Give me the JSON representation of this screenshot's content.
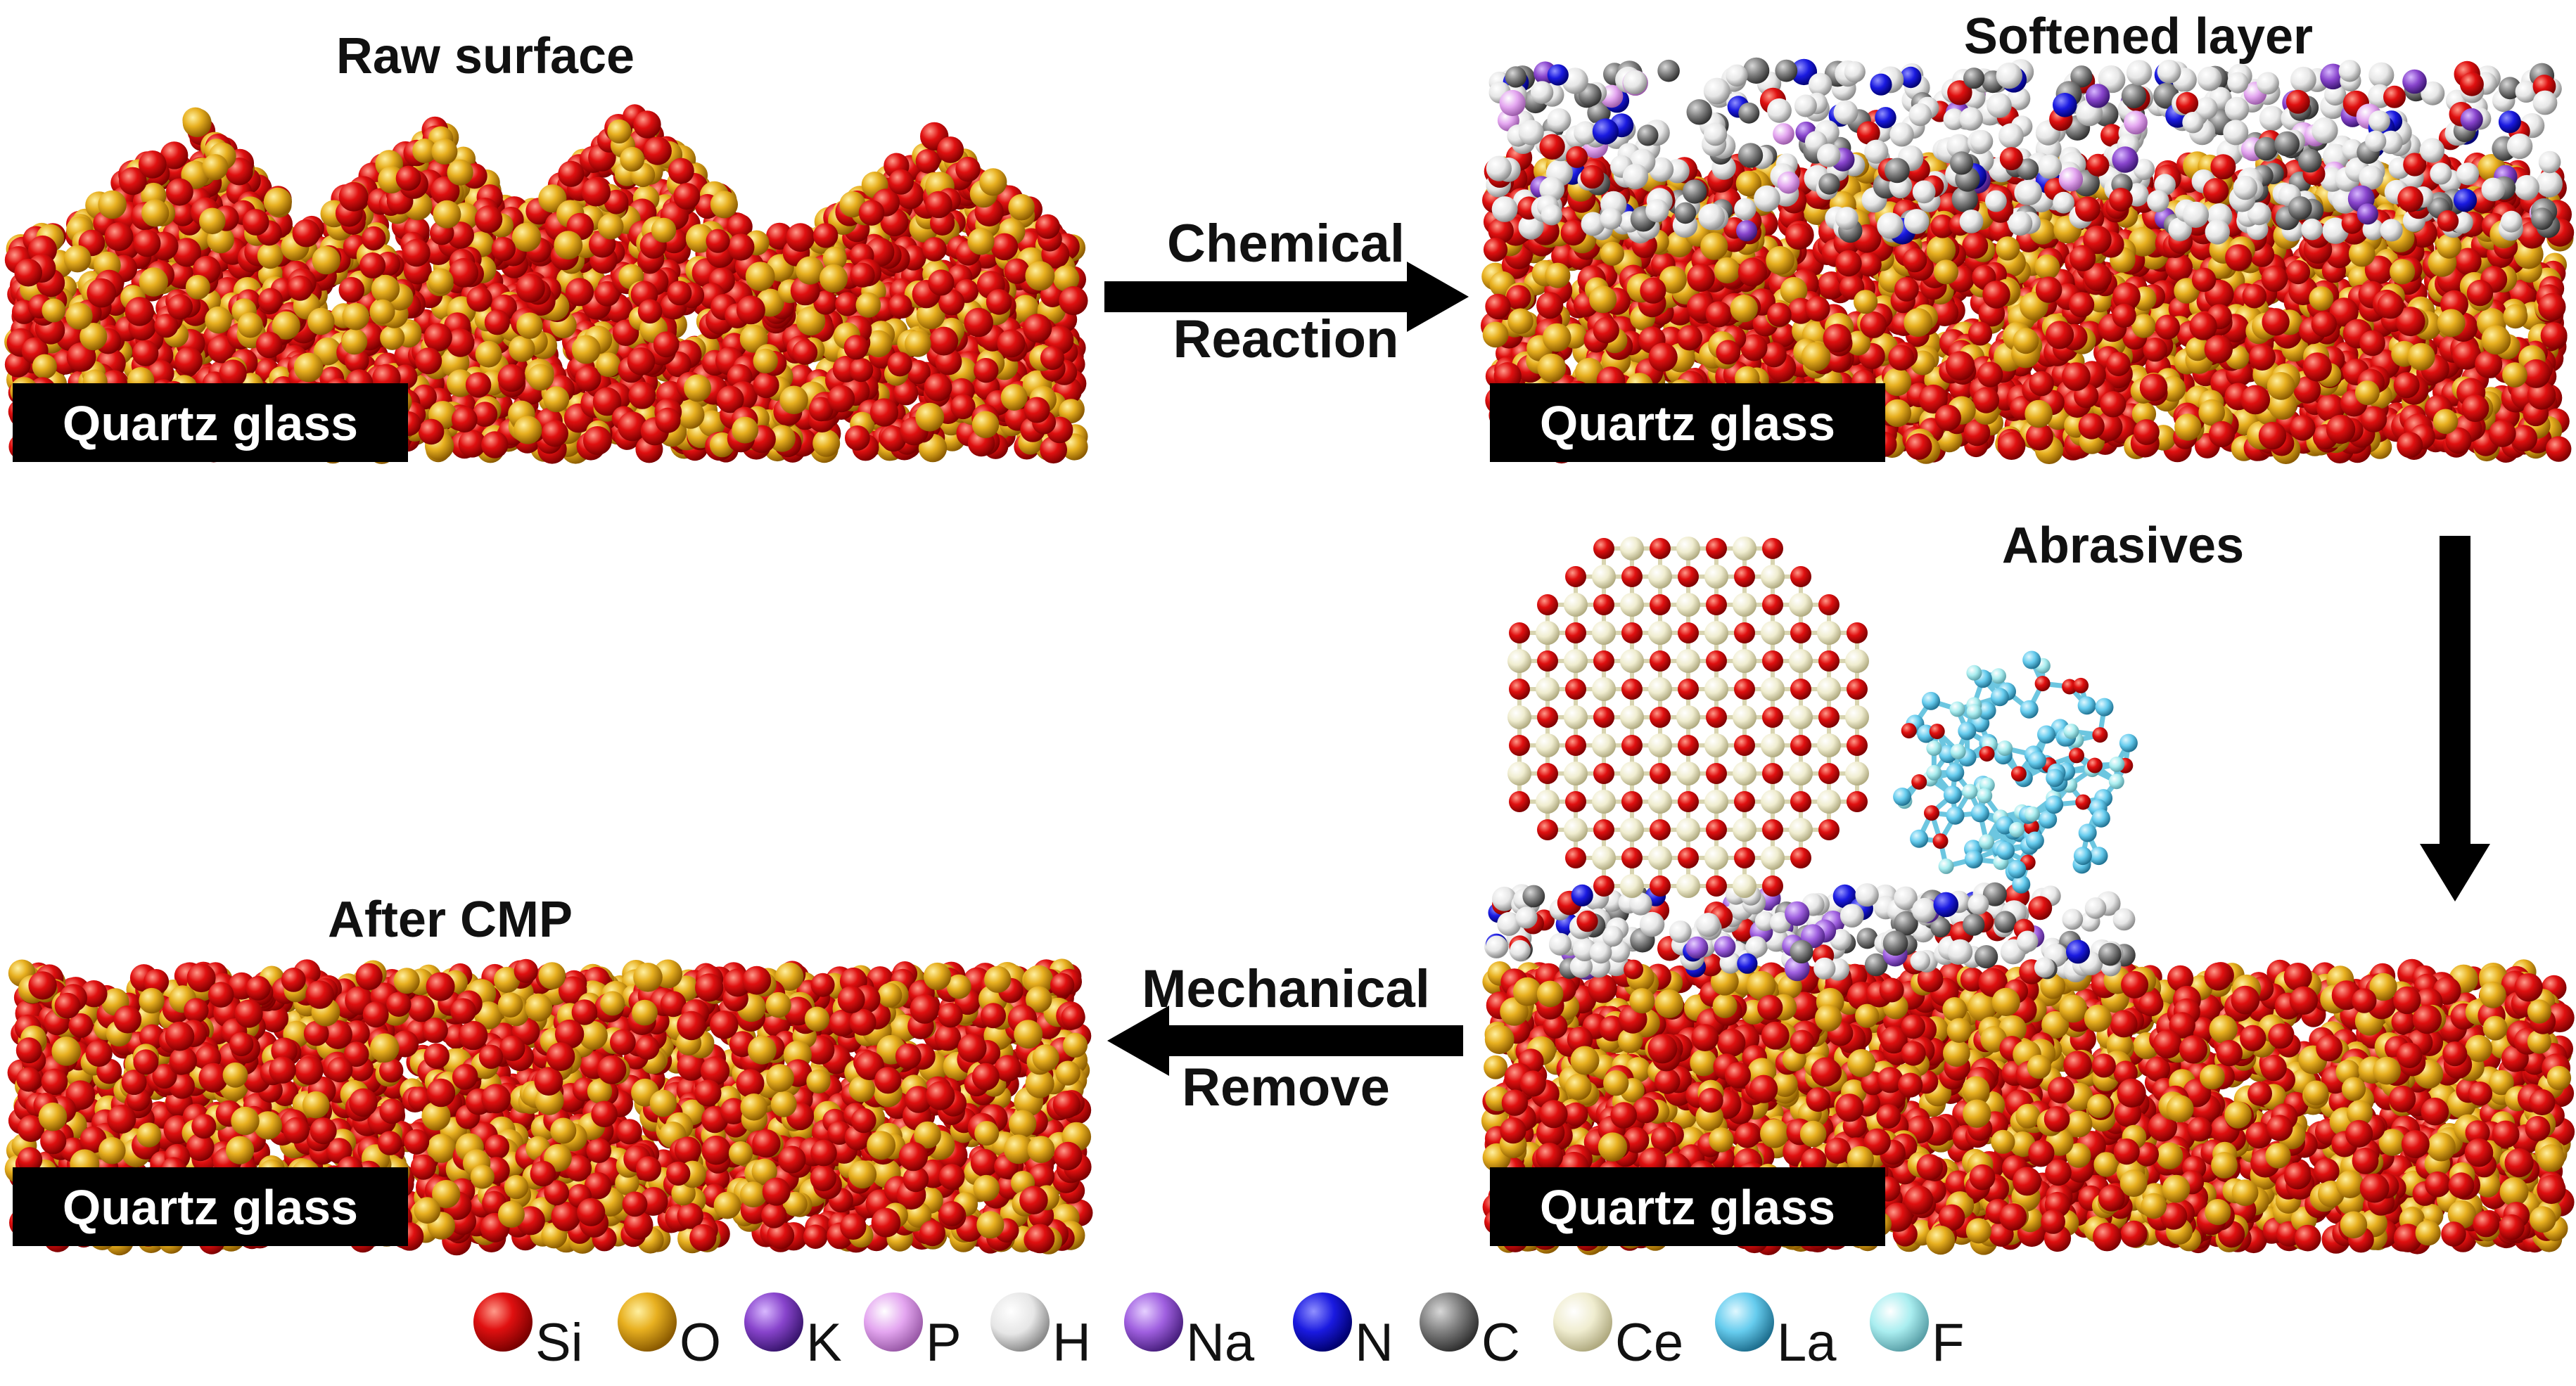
{
  "panels": {
    "raw": {
      "title": "Raw surface",
      "substrate": "Quartz glass"
    },
    "softened": {
      "title": "Softened layer",
      "substrate": "Quartz glass"
    },
    "abrasives": {
      "title": "Abrasives",
      "substrate": "Quartz glass"
    },
    "after": {
      "title": "After CMP",
      "substrate": "Quartz glass"
    }
  },
  "arrows": {
    "chemical": {
      "line1": "Chemical",
      "line2": "Reaction"
    },
    "mechanical": {
      "line1": "Mechanical",
      "line2": "Remove"
    }
  },
  "legend": [
    {
      "symbol": "Si",
      "color": "#e01010"
    },
    {
      "symbol": "O",
      "color": "#e8b020"
    },
    {
      "symbol": "K",
      "color": "#8844cc"
    },
    {
      "symbol": "P",
      "color": "#e4a6f0"
    },
    {
      "symbol": "H",
      "color": "#f4f4f4"
    },
    {
      "symbol": "Na",
      "color": "#a060e0"
    },
    {
      "symbol": "N",
      "color": "#1a1ae0"
    },
    {
      "symbol": "C",
      "color": "#808080"
    },
    {
      "symbol": "Ce",
      "color": "#f0edd0"
    },
    {
      "symbol": "La",
      "color": "#66ccee"
    },
    {
      "symbol": "F",
      "color": "#aaeef0"
    }
  ]
}
